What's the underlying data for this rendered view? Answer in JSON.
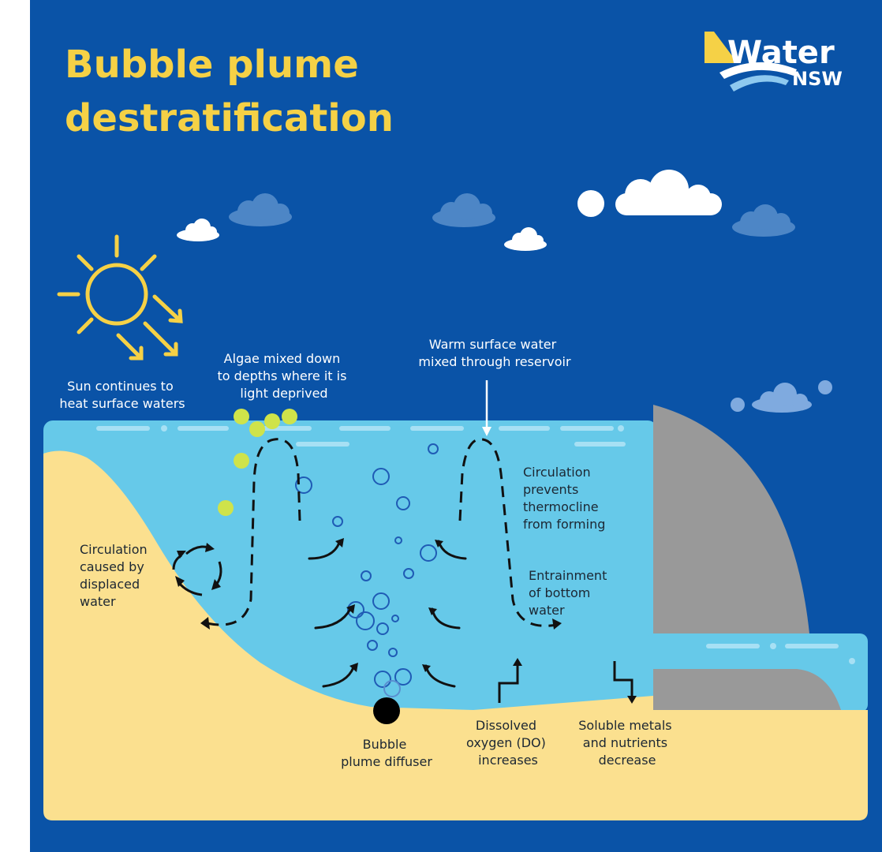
{
  "title": {
    "line1": "Bubble plume",
    "line2": "destratification"
  },
  "logo": {
    "word": "Water",
    "sub": "NSW"
  },
  "labels": {
    "sun": [
      "Sun continues to",
      "heat surface waters"
    ],
    "algae": [
      "Algae mixed down",
      "to depths where it is",
      "light deprived"
    ],
    "warm": [
      "Warm surface water",
      "mixed through reservoir"
    ],
    "circulation_prevents": [
      "Circulation",
      "prevents",
      "thermocline",
      "from forming"
    ],
    "circulation_displaced": [
      "Circulation",
      "caused by",
      "displaced",
      "water"
    ],
    "entrainment": [
      "Entrainment",
      "of bottom",
      "water"
    ],
    "diffuser": [
      "Bubble",
      "plume diffuser"
    ],
    "do": [
      "Dissolved",
      "oxygen (DO)",
      "increases"
    ],
    "metals": [
      "Soluble metals",
      "and nutrients",
      "decrease"
    ]
  },
  "colors": {
    "sky": "#0a53a7",
    "water": "#66c9e9",
    "sand": "#fbe08f",
    "dam": "#999999",
    "title": "#f5d146",
    "algae": "#cfe34a",
    "bubble": "#1f5bb5"
  },
  "icons": [
    "sun-icon",
    "cloud-icon",
    "bubble-icon",
    "algae-icon",
    "arrow-icon",
    "dam-wall"
  ]
}
